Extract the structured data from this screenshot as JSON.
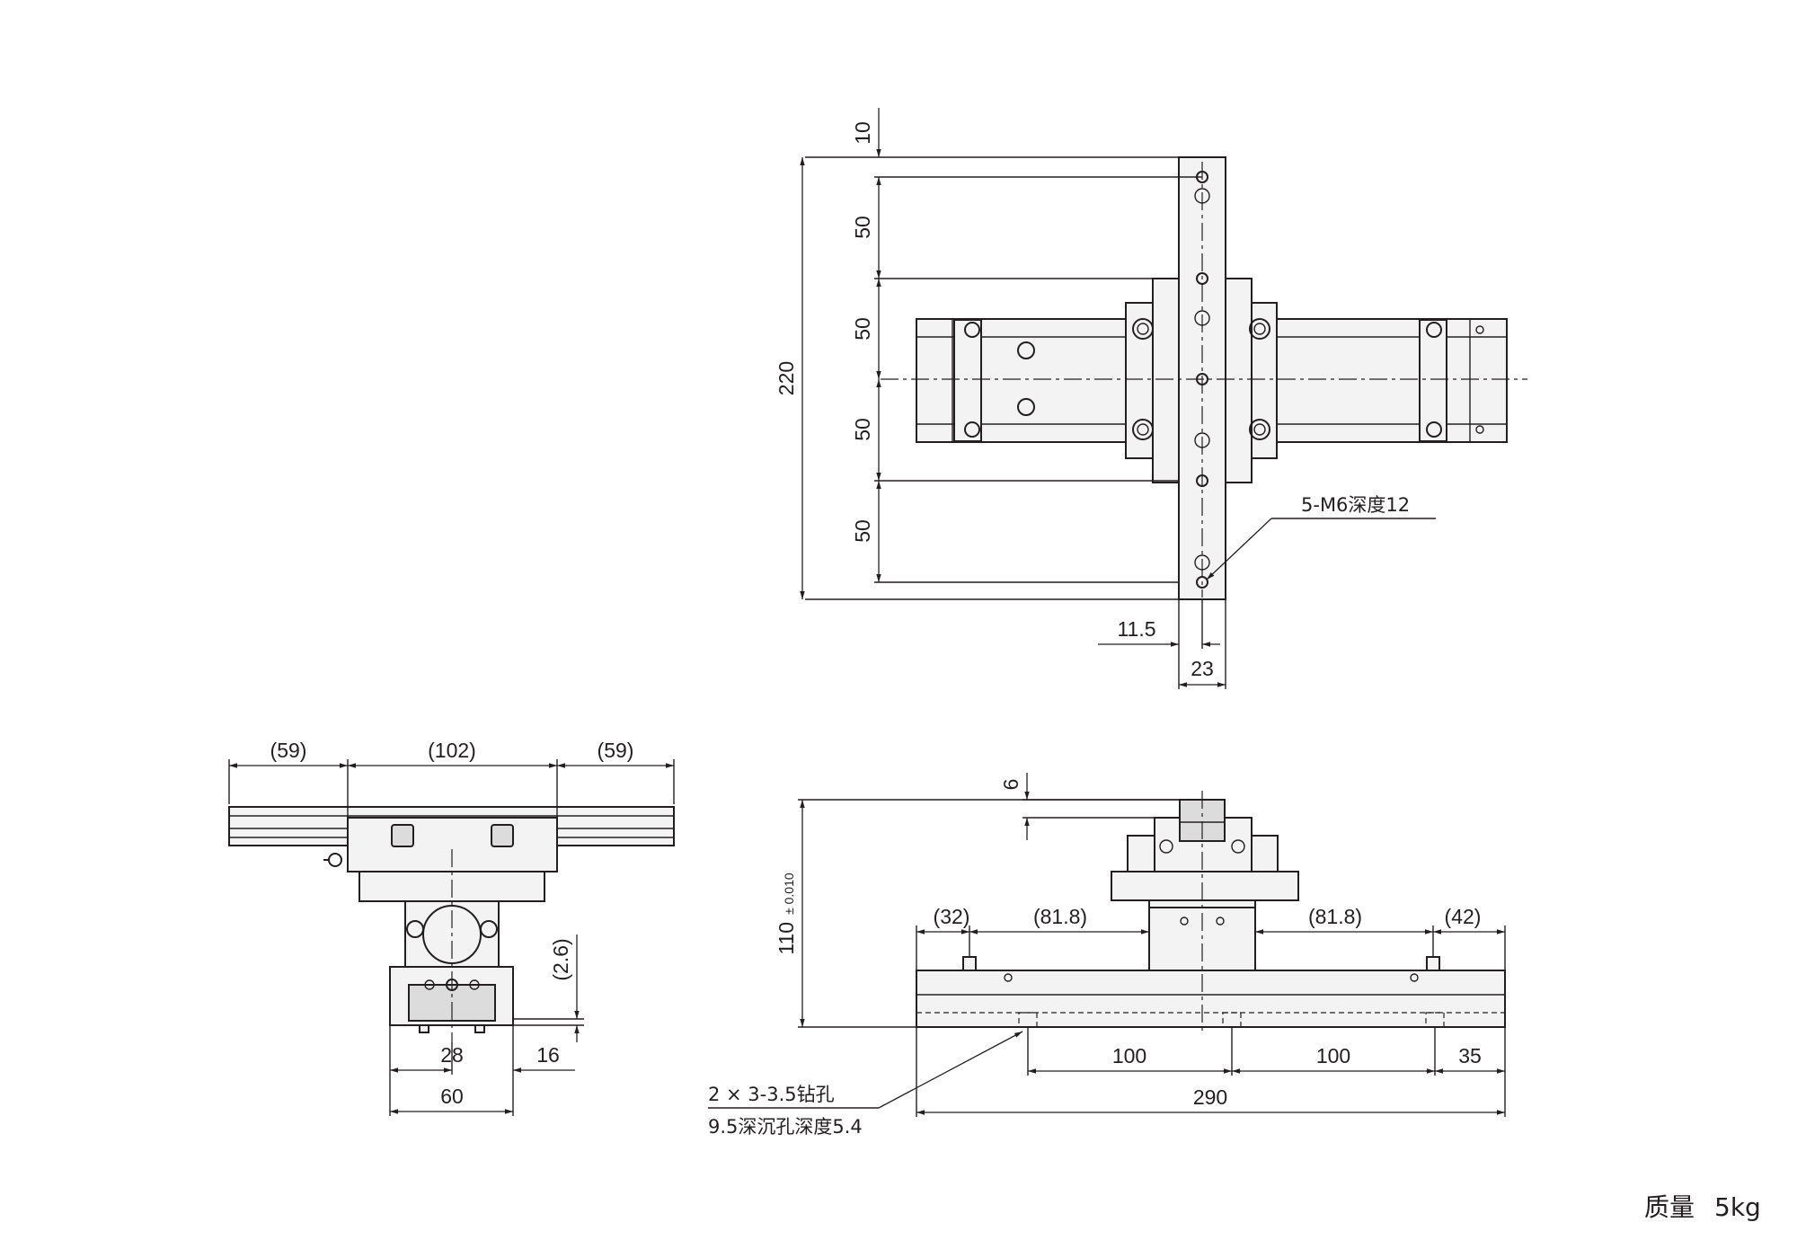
{
  "top_view": {
    "dims": {
      "d10": "10",
      "d50a": "50",
      "d50b": "50",
      "d50c": "50",
      "d50d": "50",
      "d220": "220",
      "d11_5": "11.5",
      "d23": "23"
    },
    "callout": "5-M6深度12"
  },
  "side_view": {
    "dims": {
      "d59_left": "(59)",
      "d102": "(102)",
      "d59_right": "(59)",
      "d2_6": "(2.6)",
      "d28": "28",
      "d16": "16",
      "d60": "60"
    }
  },
  "front_view": {
    "dims": {
      "d6": "6",
      "d110": "110",
      "d110_tol": "± 0.010",
      "d32": "(32)",
      "d81_8_left": "(81.8)",
      "d81_8_right": "(81.8)",
      "d42": "(42)",
      "d100_a": "100",
      "d100_b": "100",
      "d35": "35",
      "d290": "290"
    },
    "note_line1": "2 × 3-3.5钻孔",
    "note_line2": "9.5深沉孔深度5.4"
  },
  "mass": {
    "label": "质量",
    "value": "5kg"
  }
}
